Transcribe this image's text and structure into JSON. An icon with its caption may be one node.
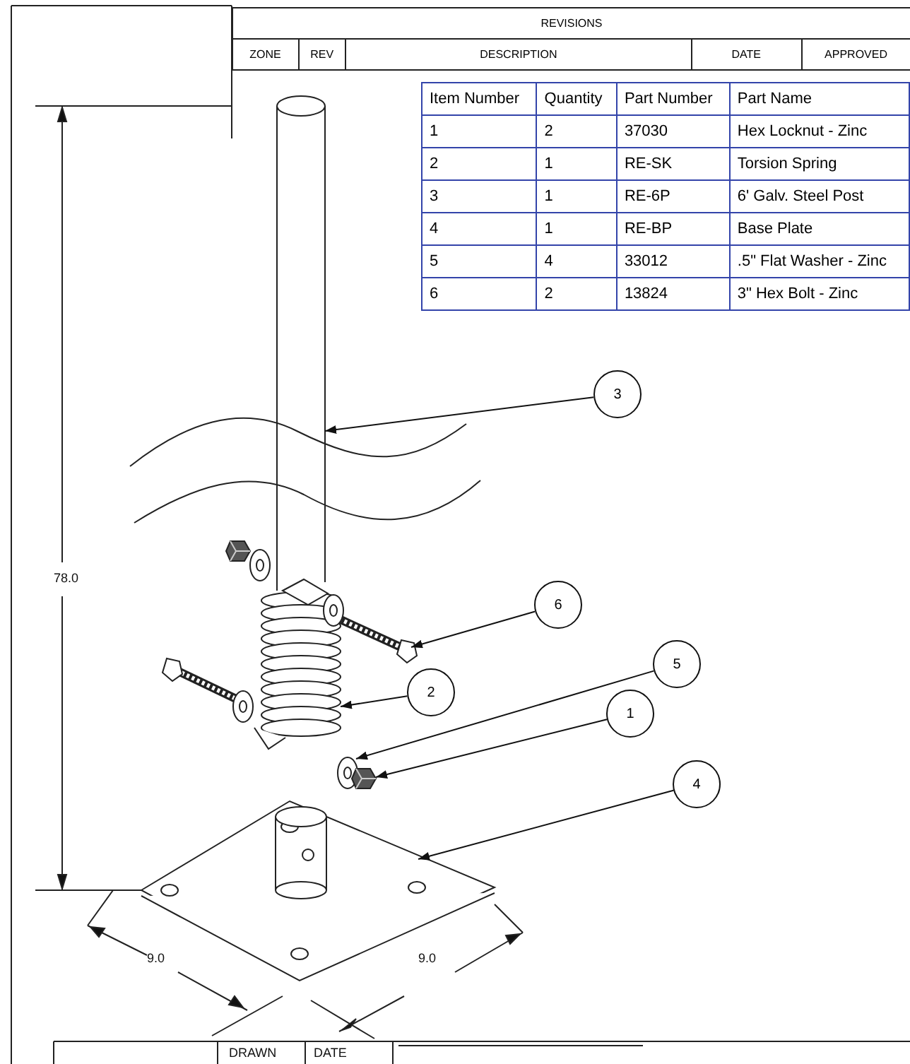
{
  "diagram": {
    "nodes": [
      {
        "text": [
          "3"
        ]
      },
      {
        "text": [
          "6"
        ]
      },
      {
        "text": [
          "5"
        ]
      },
      {
        "text": [
          "2"
        ]
      },
      {
        "text": [
          "1"
        ]
      },
      {
        "text": [
          "4"
        ]
      },
      {
        "text": [],
        "shape": "cylinder"
      },
      {
        "text": [],
        "shape": "picture"
      },
      {
        "text": [],
        "shape": "picture"
      },
      {
        "text": [],
        "shape": "picture"
      },
      {
        "text": [],
        "shape": "picture"
      },
      {
        "text": [],
        "shape": "picture"
      }
    ],
    "edges": [
      {
        "from": 0,
        "to": 6,
        "arrow": "to"
      },
      {
        "from": 1,
        "to": 7,
        "arrow": "to"
      },
      {
        "from": 2,
        "to": 9,
        "arrow": "to"
      },
      {
        "from": 3,
        "to": 8,
        "arrow": "to"
      },
      {
        "from": 4,
        "to": 10,
        "arrow": "to"
      },
      {
        "from": 5,
        "to": 11,
        "arrow": "to"
      }
    ],
    "labels": [
      "REVISIONS",
      "ZONE",
      "REV",
      "DESCRIPTION",
      "DATE",
      "APPROVED",
      "Item Number",
      "Quantity",
      "Part Number",
      "Part Name",
      "1",
      "2",
      "37030",
      "Hex Locknut - Zinc",
      "2",
      "1",
      "RE-SK",
      "Torsion Spring",
      "3",
      "1",
      "RE-6P",
      "6' Galv. Steel Post",
      "4",
      "1",
      "RE-BP",
      "Base Plate",
      "5",
      "4",
      "33012",
      ".5\" Flat Washer - Zinc",
      "6",
      "2",
      "13824",
      "3\" Hex Bolt - Zinc",
      "78.0",
      "9.0",
      "9.0",
      "DRAWN",
      "DATE"
    ]
  }
}
